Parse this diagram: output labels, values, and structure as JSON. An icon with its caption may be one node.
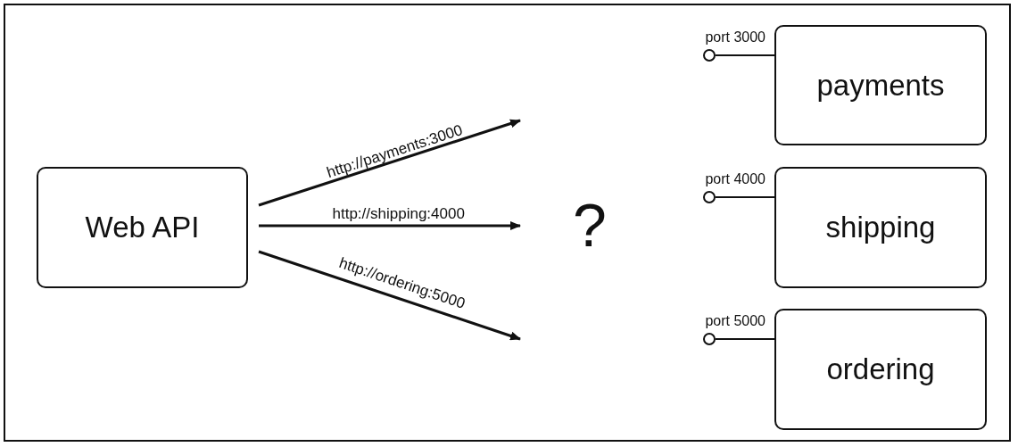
{
  "diagram": {
    "nodes": [
      {
        "text": [
          "Web API"
        ]
      },
      {
        "text": [
          "payments"
        ]
      },
      {
        "text": [
          "shipping"
        ]
      },
      {
        "text": [
          "ordering"
        ]
      },
      {
        "text": [],
        "shape": "circle",
        "beside": [
          "port 3000"
        ]
      },
      {
        "text": [],
        "shape": "circle",
        "beside": [
          "port 4000"
        ]
      },
      {
        "text": [],
        "shape": "circle",
        "beside": [
          "port 5000"
        ]
      }
    ],
    "edges": [
      {
        "from": 0,
        "to": null,
        "arrow": "to",
        "label": "http://payments:3000"
      },
      {
        "from": 0,
        "to": null,
        "arrow": "to",
        "label": "http://shipping:4000"
      },
      {
        "from": 0,
        "to": null,
        "arrow": "to",
        "label": "http://ordering:5000"
      },
      {
        "from": 4,
        "to": 1,
        "arrow": "none"
      },
      {
        "from": 5,
        "to": 2,
        "arrow": "none"
      },
      {
        "from": 6,
        "to": 3,
        "arrow": "none"
      }
    ],
    "labels": [
      "?"
    ]
  }
}
